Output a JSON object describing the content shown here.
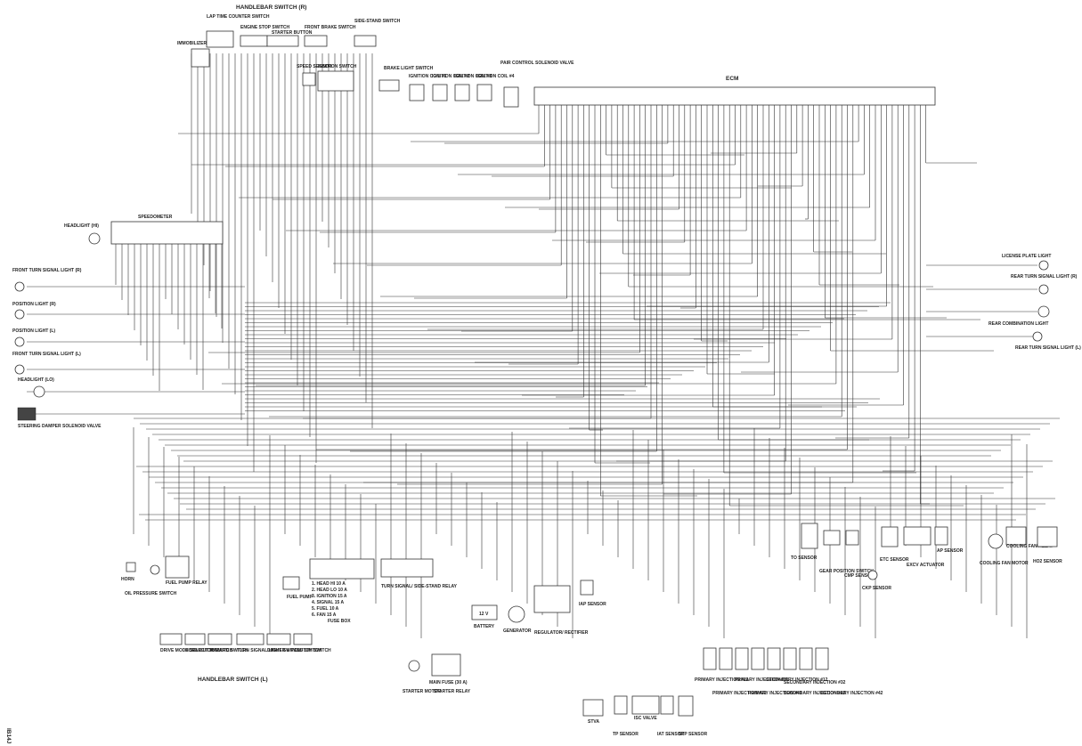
{
  "labels": {
    "handlebar_r": "HANDLEBAR SWITCH (R)",
    "lap_timer": "LAP TIME COUNTER SWITCH",
    "engine_stop": "ENGINE STOP SWITCH",
    "starter_button": "STARTER BUTTON",
    "front_brake": "FRONT BRAKE SWITCH",
    "side_stand": "SIDE-STAND SWITCH",
    "immobilizer": "IMMOBILIZER",
    "speed_sensor": "SPEED SENSOR",
    "ignition_switch": "IGNITION SWITCH",
    "brake_light": "BRAKE LIGHT SWITCH",
    "coil1": "IGNITION COIL #1",
    "coil2": "IGNITION COIL #2",
    "coil3": "IGNITION COIL #3",
    "coil4": "IGNITION COIL #4",
    "pair_valve": "PAIR CONTROL SOLENOID VALVE",
    "ecm": "ECM",
    "headlight_hi": "HEADLIGHT (HI)",
    "speedometer": "SPEEDOMETER",
    "front_turn_r": "FRONT TURN SIGNAL LIGHT (R)",
    "position_r": "POSITION LIGHT (R)",
    "position_l": "POSITION LIGHT (L)",
    "front_turn_l": "FRONT TURN SIGNAL LIGHT (L)",
    "headlight_lo": "HEADLIGHT (LO)",
    "steering_damper": "STEERING DAMPER SOLENOID VALVE",
    "license_plate": "LICENSE PLATE LIGHT",
    "rear_turn_r": "REAR TURN SIGNAL LIGHT (R)",
    "rear_combination": "REAR COMBINATION LIGHT",
    "rear_turn_l": "REAR TURN SIGNAL LIGHT (L)",
    "horn": "HORN",
    "oil_pressure": "OIL PRESSURE SWITCH",
    "fuel_pump_relay": "FUEL PUMP RELAY",
    "fuel_pump": "FUEL PUMP",
    "fuse_box": "FUSE BOX",
    "fuse_lines": [
      "1. HEAD HI   10 A",
      "2. HEAD LO   10 A",
      "3. IGNITION  15 A",
      "4. SIGNAL    15 A",
      "5. FUEL      10 A",
      "6. FAN       15 A"
    ],
    "turn_relay": "TURN SIGNAL/ SIDE-STAND RELAY",
    "battery": "BATTERY",
    "battery_v": "12 V",
    "generator": "GENERATOR",
    "regulator": "REGULATOR/ RECTIFIER",
    "iap_sensor": "IAP SENSOR",
    "main_fuse": "MAIN FUSE (30 A)",
    "starter_motor": "STARTER MOTOR",
    "starter_relay": "STARTER RELAY",
    "drive_mode": "DRIVE MODE SELECTOR SWITCH",
    "horn_button": "HORN BUTTON",
    "hazard": "HAZARD SWITCH",
    "turn_switch": "TURN SIGNAL LIGHT SWITCH",
    "dimmer": "DIMMER & PASS SWITCH",
    "clutch": "CLUTCH SWITCH",
    "handlebar_l": "HANDLEBAR SWITCH (L)",
    "stva": "STVA",
    "tp_sensor": "TP SENSOR",
    "isc_valve": "ISC VALVE",
    "iat_sensor": "IAT SENSOR",
    "stp_sensor": "STP SENSOR",
    "primary_1": "PRIMARY INJECTION #11",
    "primary_2": "PRIMARY INJECTION #21",
    "primary_3": "PRIMARY INJECTION #31",
    "primary_4": "PRIMARY INJECTION #41",
    "secondary_1": "SECONDARY INJECTION #12",
    "secondary_2": "SECONDARY INJECTION #22",
    "secondary_3": "SECONDARY INJECTION #32",
    "secondary_4": "SECONDARY INJECTION #42",
    "to_sensor": "TO SENSOR",
    "gear_position": "GEAR POSITION SWITCH",
    "cmp_sensor": "CMP SENSOR",
    "ckp_sensor": "CKP SENSOR",
    "etc_sensor": "ETC SENSOR",
    "exhaust_actuator": "EXCV ACTUATOR",
    "ap_sensor": "AP SENSOR",
    "cooling_fan_motor": "COOLING FAN MOTOR",
    "cooling_fan_relay": "COOLING FAN RELAY",
    "ho2_sensor": "HO2 SENSOR",
    "side_code": "IB14J"
  }
}
